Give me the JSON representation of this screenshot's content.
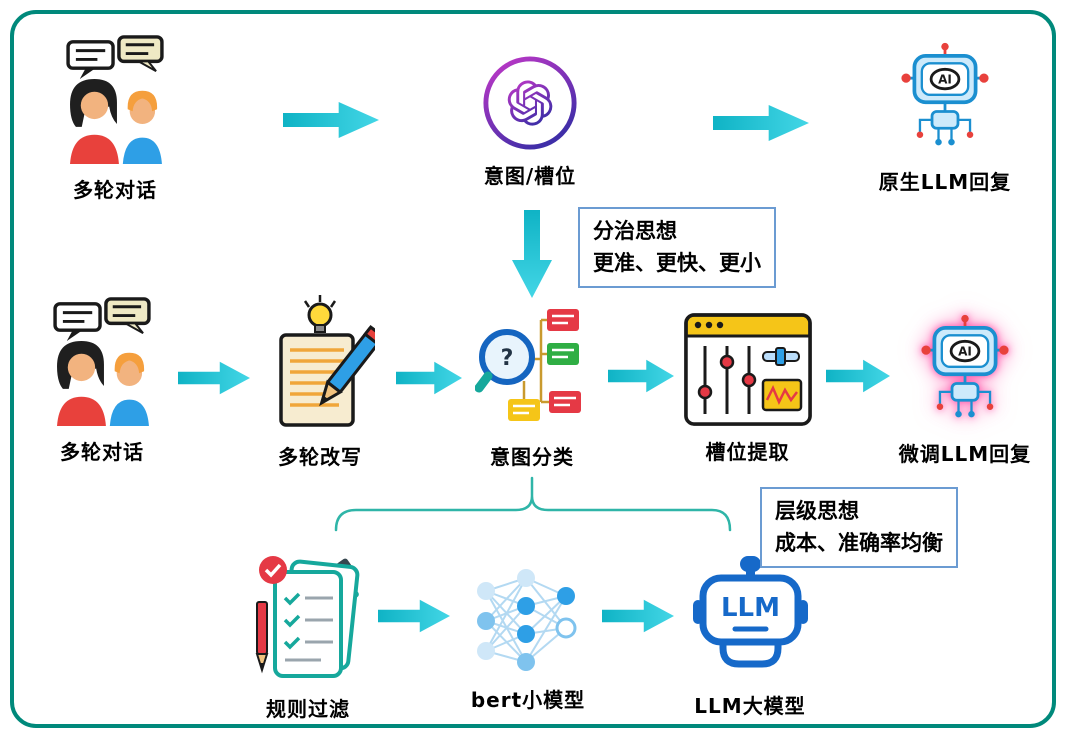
{
  "nodes": {
    "row1": [
      {
        "label": "多轮对话",
        "icon": "people-chat-icon"
      },
      {
        "label": "意图/槽位",
        "icon": "openai-logo-icon"
      },
      {
        "label": "原生LLM回复",
        "icon": "ai-robot-icon"
      }
    ],
    "row2": [
      {
        "label": "多轮对话",
        "icon": "people-chat-icon"
      },
      {
        "label": "多轮改写",
        "icon": "document-pencil-icon"
      },
      {
        "label": "意图分类",
        "icon": "magnifier-tree-icon"
      },
      {
        "label": "槽位提取",
        "icon": "sliders-panel-icon"
      },
      {
        "label": "微调LLM回复",
        "icon": "ai-robot-glow-icon"
      }
    ],
    "row3": [
      {
        "label": "规则过滤",
        "icon": "checklist-gavel-icon"
      },
      {
        "label": "bert小模型",
        "icon": "neural-network-icon"
      },
      {
        "label": "LLM大模型",
        "icon": "llm-robot-icon"
      }
    ]
  },
  "annotations": {
    "divide_conquer": {
      "line1": "分治思想",
      "line2": "更准、更快、更小"
    },
    "hierarchy": {
      "line1": "层级思想",
      "line2": "成本、准确率均衡"
    }
  },
  "icon_texts": {
    "ai": "AI",
    "llm": "LLM",
    "question": "?"
  },
  "colors": {
    "frame_border": "#00897b",
    "arrow_start": "#0fb3c5",
    "arrow_end": "#43d6e6",
    "annotation_border": "#6b9bd2",
    "bracket": "#2fb5a8",
    "openai_purple_start": "#c438c8",
    "openai_purple_end": "#3f2ea8",
    "glow_pink": "#ff4da6"
  }
}
